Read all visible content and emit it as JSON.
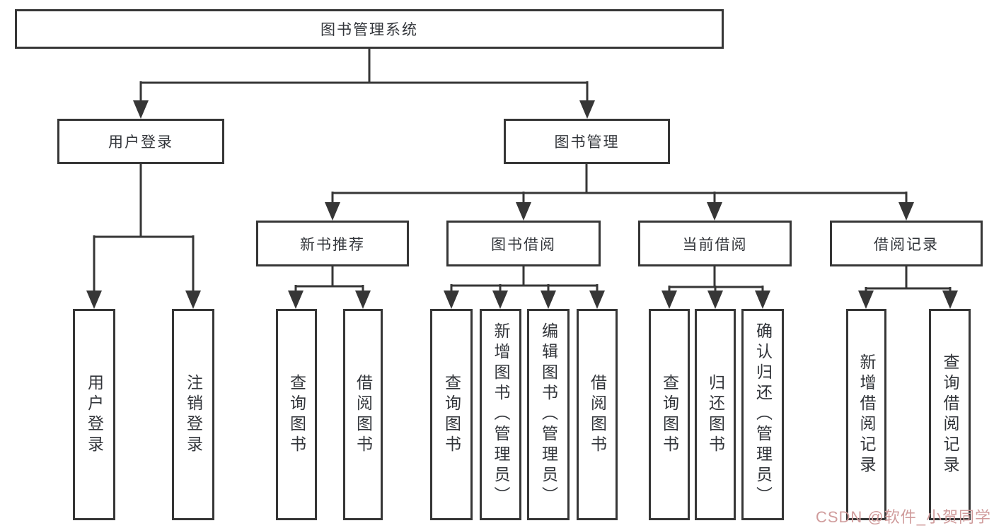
{
  "colors": {
    "line": "#363636",
    "text": "#32353a",
    "box-bg": "#ffffff",
    "watermark": "#d09c9c"
  },
  "tree": {
    "label": "图书管理系统",
    "children": [
      {
        "label": "用户登录",
        "children": [
          {
            "label": "用户登录"
          },
          {
            "label": "注销登录"
          }
        ]
      },
      {
        "label": "图书管理",
        "children": [
          {
            "label": "新书推荐",
            "children": [
              {
                "label": "查询图书"
              },
              {
                "label": "借阅图书"
              }
            ]
          },
          {
            "label": "图书借阅",
            "children": [
              {
                "label": "查询图书"
              },
              {
                "label": "新增图书（管理员）"
              },
              {
                "label": "编辑图书（管理员）"
              },
              {
                "label": "借阅图书"
              }
            ]
          },
          {
            "label": "当前借阅",
            "children": [
              {
                "label": "查询图书"
              },
              {
                "label": "归还图书"
              },
              {
                "label": "确认归还（管理员）"
              }
            ]
          },
          {
            "label": "借阅记录",
            "children": [
              {
                "label": "新增借阅记录"
              },
              {
                "label": "查询借阅记录"
              }
            ]
          }
        ]
      }
    ]
  },
  "watermark": {
    "text": "CSDN @软件_小贺同学"
  }
}
